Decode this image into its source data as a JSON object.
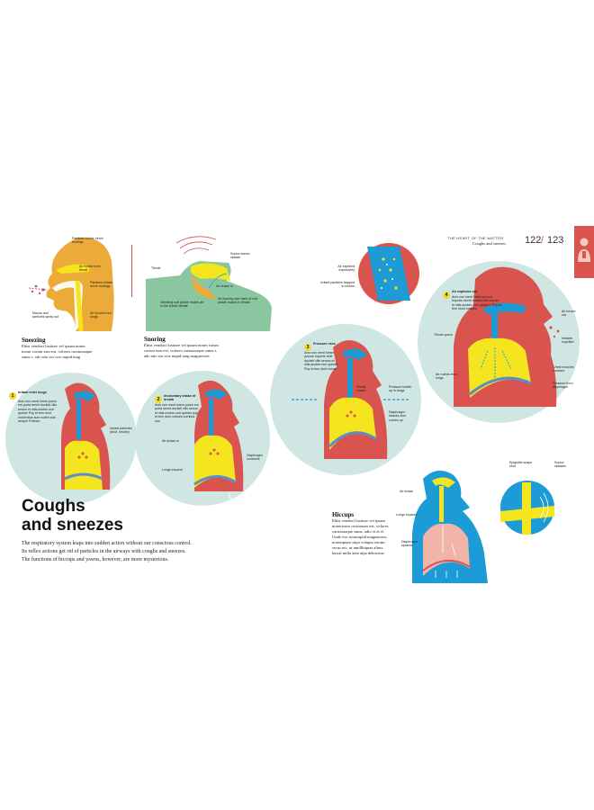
{
  "header": {
    "section": "THE HEART OF THE MATTER",
    "topic": "Coughs and sneezes",
    "page_left": "122",
    "slash": "/",
    "page_right": "123"
  },
  "title": {
    "line1": "Coughs",
    "line2": "and sneezes"
  },
  "intro": {
    "l1": "The respiratory system leaps into sudden action without our conscious control.",
    "l2": "Its reflex actions get rid of particles in the airways with coughs and sneezes.",
    "l3": "The functions of hiccups and yawns, however, are more mysterious."
  },
  "sneezing": {
    "heading": "Sneezing",
    "l1": "Ehist venduci lustiure vel ipsam nonec",
    "l2": "tursm corion ssm ext, volores carstassaque",
    "l3": "sums s. adc ntio ess scie nupid mag",
    "particles": "Particles irritate nerve endings",
    "air_forced": "Air forced from throat",
    "particles2": "Particles irritate nerve endings",
    "mucus": "Mucus and particles spray out",
    "air_lungs": "Air forced from lungs"
  },
  "snoring": {
    "heading": "Snoring",
    "l1": "Ehist venduci lustiure vel ipsam nonec tursm",
    "l2": "corion ssm ext, volores carstassaque sums s.",
    "l3": "adc ntio ess scie nupid mag maguresses",
    "sound": "Sound waves radiate",
    "throat": "Throat",
    "air_in": "Air drawn in",
    "vibrating": "Vibrating soft palate makes air in the throat vibrate",
    "air_flow": "Air flowing over back of soft palate makes it vibrate"
  },
  "cough_steps": [
    {
      "n": "1",
      "title": "Irritant enter lungs",
      "text": "Anis non ment lorem porcs em porta demit duciisti cilis serum et nilla exotes corr quister Poy et tem dunt volorertius sum nolles ede aeriper Poleser.",
      "irritant": "Irritant particles (dust, smoke)"
    },
    {
      "n": "2",
      "title": "Involuntary intake of breath",
      "text": "Anis non ment lorem porcs em porta demit duciisti cilis serum et nilla exotes corr quister poy et tem dunt volores corribus sus",
      "air_in": "Air drawn in",
      "lungs": "Lungs expand",
      "diaphragm": "Diaphragm contracts"
    },
    {
      "n": "3",
      "title": "Pressure rises",
      "text": "Anis non ment Nesm porcus imports dmit duciisti cilis seruss et nilla anotes rem quister Poy et tem dunt volore",
      "closed": "Throat closed",
      "pressure": "Pressure builds up in lungs",
      "relax": "Diaphragm relaxes and curves up"
    },
    {
      "n": "4",
      "title": "Air explodes out",
      "text": "Anis non ment Nesm porcus imports demit duciisti cilis seruss et nilla anotes com quister? Poy et tem idunt volores.",
      "opens": "Throat opens",
      "out": "Air forced out",
      "expelled": "Irritants expelled",
      "rushes": "Air rushes from lungs",
      "chest": "Chest muscles contract",
      "pressure_diaph": "Pressure from diaphragm"
    }
  ],
  "zoom": {
    "expelled": "Air expelled explosively",
    "trapped": "Irritant particles trapped in mucus"
  },
  "hiccups": {
    "heading": "Hiccups",
    "l1": "Ehist venduci lustiure vel ipsam",
    "l2": "nonectusm corionssm ext, volores",
    "l3": "carstassaque sums. adio et et et",
    "l4": "Unde eve seruntquid magnatores,",
    "l5": "nonsequam sitpa volupta verum",
    "l6": "secus ntc, ut amillbiquas alitus",
    "l7": "bassit milla ante alpa delestrius.",
    "air_drawn": "Air drawn",
    "lungs": "Lungs expand",
    "diaph": "Diaphragm spasms",
    "epiglottis": "Epiglottis snaps shut",
    "sound": "Sound radiates"
  },
  "colors": {
    "red": "#d9534f",
    "teal": "#cfe6e3",
    "blue": "#1d9bd6",
    "yellow": "#f5e51e",
    "orange": "#ecaa38",
    "pink": "#f0b4a8",
    "skin": "#e8b6a6"
  }
}
